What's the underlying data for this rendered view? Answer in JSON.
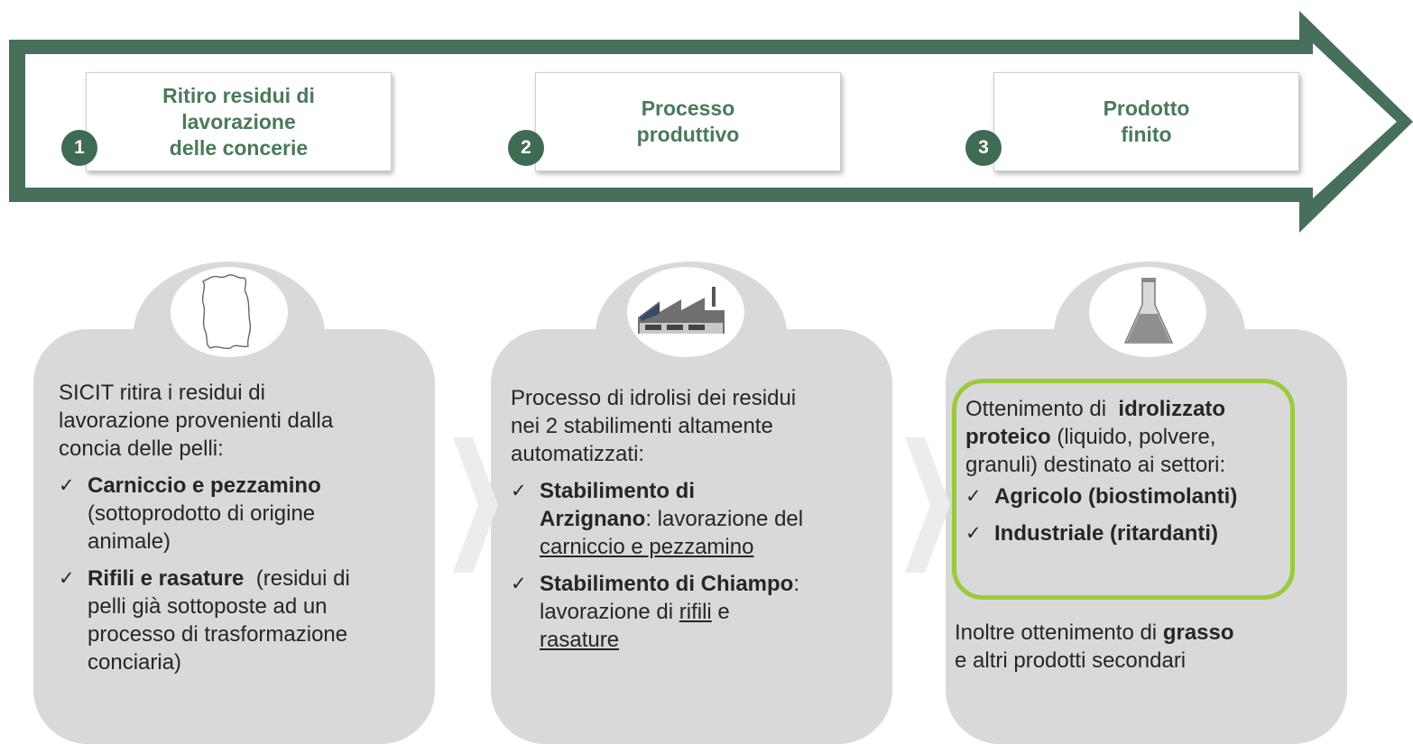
{
  "steps": [
    {
      "number": "1",
      "line1": "Ritiro residui di",
      "line2": "lavorazione",
      "line3": "delle concerie"
    },
    {
      "number": "2",
      "line1": "Processo",
      "line2": "produttivo"
    },
    {
      "number": "3",
      "line1": "Prodotto",
      "line2": "finito"
    }
  ],
  "icons": [
    "hide-icon",
    "factory-icon",
    "flask-icon"
  ],
  "colors": {
    "arrow": "#47705a",
    "step_text": "#4a7a5a",
    "badge": "#3f6b52",
    "panel": "#d9d9d9",
    "highlight_border": "#9acb3c"
  },
  "panel1": {
    "intro_l1": "SICIT ritira i residui di",
    "intro_l2": "lavorazione  provenienti dalla",
    "intro_l3": "concia delle pelli:",
    "check": "✓",
    "item1_bold": "Carniccio  e pezzamino",
    "item1_l2": "(sottoprodotto di origine",
    "item1_l3": "animale)",
    "item2_bold": "Rifili e rasature",
    "item2_rest": "  (residui di",
    "item2_l2": "pelli già sottoposte ad un",
    "item2_l3": "processo di trasformazione",
    "item2_l4": "conciaria)"
  },
  "panel2": {
    "intro_l1": "Processo di idrolisi dei residui",
    "intro_l2": "nei 2 stabilimenti altamente",
    "intro_l3": "automatizzati:",
    "check": "✓",
    "item1_bold_l1": "Stabilimento di",
    "item1_bold_l2": "Arzignano",
    "item1_rest": ": lavorazione del",
    "item1_l3": "carniccio e pezzamino",
    "item2_bold": "Stabilimento di Chiampo",
    "item2_rest": ":",
    "item2_l2a": "lavorazione di ",
    "item2_l2u": "rifili",
    "item2_l2b": " e",
    "item2_l3": "rasature"
  },
  "panel3": {
    "intro_l1a": "Ottenimento di  ",
    "intro_l1b": "idrolizzato",
    "intro_l2a": "proteico",
    "intro_l2b": " (liquido, polvere,",
    "intro_l3": "granuli) destinato ai settori:",
    "check": "✓",
    "item1": "Agricolo (biostimolanti)",
    "item2": "Industriale (ritardanti)",
    "extra_l1a": "Inoltre ottenimento di ",
    "extra_l1b": "grasso",
    "extra_l2": "e altri prodotti secondari"
  }
}
